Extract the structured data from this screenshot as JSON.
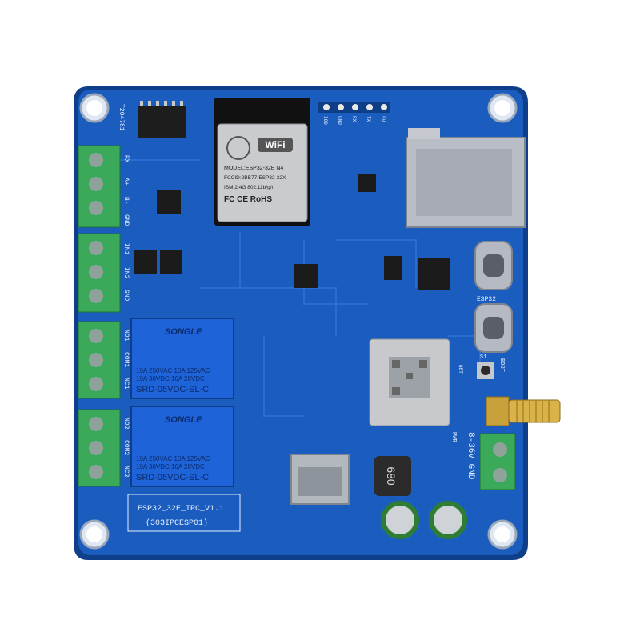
{
  "board": {
    "version_label": "ESP32_32E_IPC_V1.1",
    "part_label": "(303IPCESP01)",
    "top_serial": "T204781",
    "colors": {
      "pcb": "#1a5dbf",
      "pcb_edge": "#0f3f8a",
      "silk": "#e8f0ff",
      "terminal": "#3aaa5a",
      "relay": "#1e64d8"
    }
  },
  "esp_module": {
    "brand_badge": "WiFi",
    "model": "MODEL:ESP32-32E  N4",
    "fcc": "FCCID:2BB77-ESP32-32X",
    "ism": "ISM 2.4G 802.11b/g/n",
    "marks": "FC CE RoHS"
  },
  "relays": [
    {
      "brand": "SONGLE",
      "rating1": "10A 250VAC  10A 125VAC",
      "rating2": "10A  30VDC  10A  28VDC",
      "model": "SRD-05VDC-SL-C"
    },
    {
      "brand": "SONGLE",
      "rating1": "10A 250VAC  10A 125VAC",
      "rating2": "10A  30VDC  10A  28VDC",
      "model": "SRD-05VDC-SL-C"
    }
  ],
  "header_pins": [
    "IO0",
    "GND",
    "RX",
    "TX",
    "5V"
  ],
  "silk": {
    "rs485": [
      "RX",
      "A+",
      "B-",
      "GND"
    ],
    "inputs": [
      "IN1",
      "IN2",
      "GND"
    ],
    "relay1": [
      "NO1",
      "COM1",
      "NC1"
    ],
    "relay2": [
      "NO2",
      "COM2",
      "NC2"
    ],
    "esp32_label": "ESP32",
    "power": "8-36V GND",
    "pwr": "PWR",
    "s1": "S1",
    "boot": "BOOT",
    "net": "NET"
  },
  "inductor_text": "680"
}
